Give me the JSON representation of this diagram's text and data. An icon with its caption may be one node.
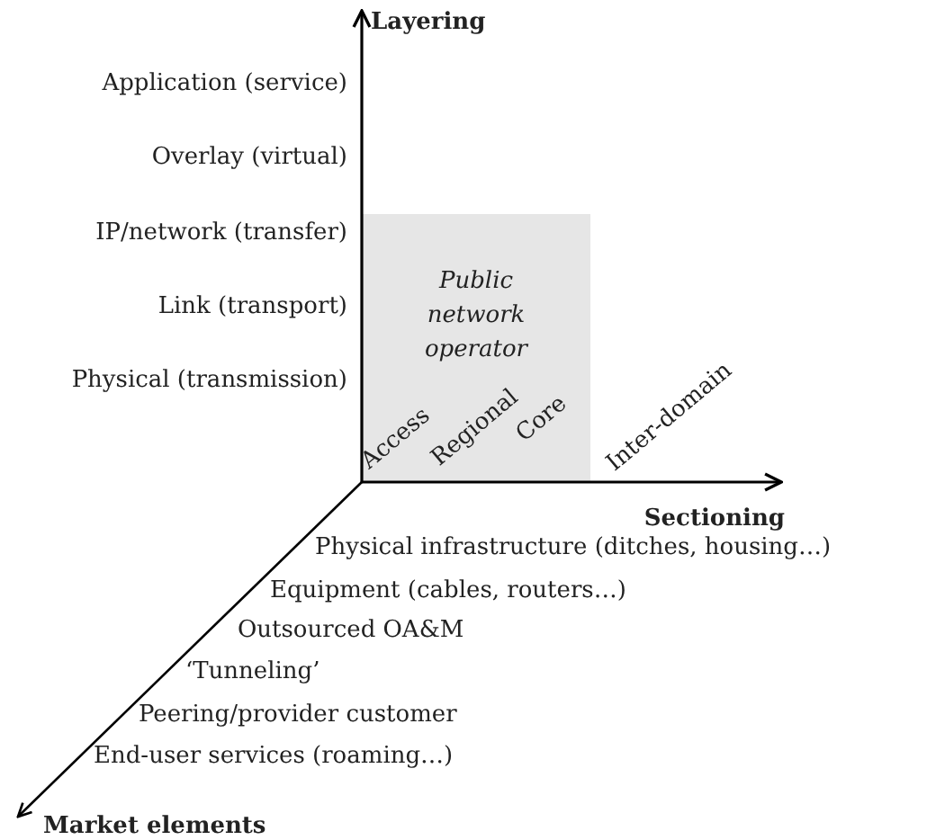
{
  "diagram": {
    "nodes": [
      {
        "text": [
          "Public network operator"
        ]
      }
    ],
    "labels": [
      "Layering",
      "Application (service)",
      "Overlay (virtual)",
      "IP/network (transfer)",
      "Link (transport)",
      "Physical (transmission)",
      "Access",
      "Regional",
      "Core",
      "Inter-domain",
      "Sectioning",
      "Physical infrastructure (ditches, housing…)",
      "Equipment (cables, routers…)",
      "Outsourced OA&M",
      "‘Tunneling’",
      "Peering/provider customer",
      "End-user services (roaming…)",
      "Market elements"
    ]
  }
}
